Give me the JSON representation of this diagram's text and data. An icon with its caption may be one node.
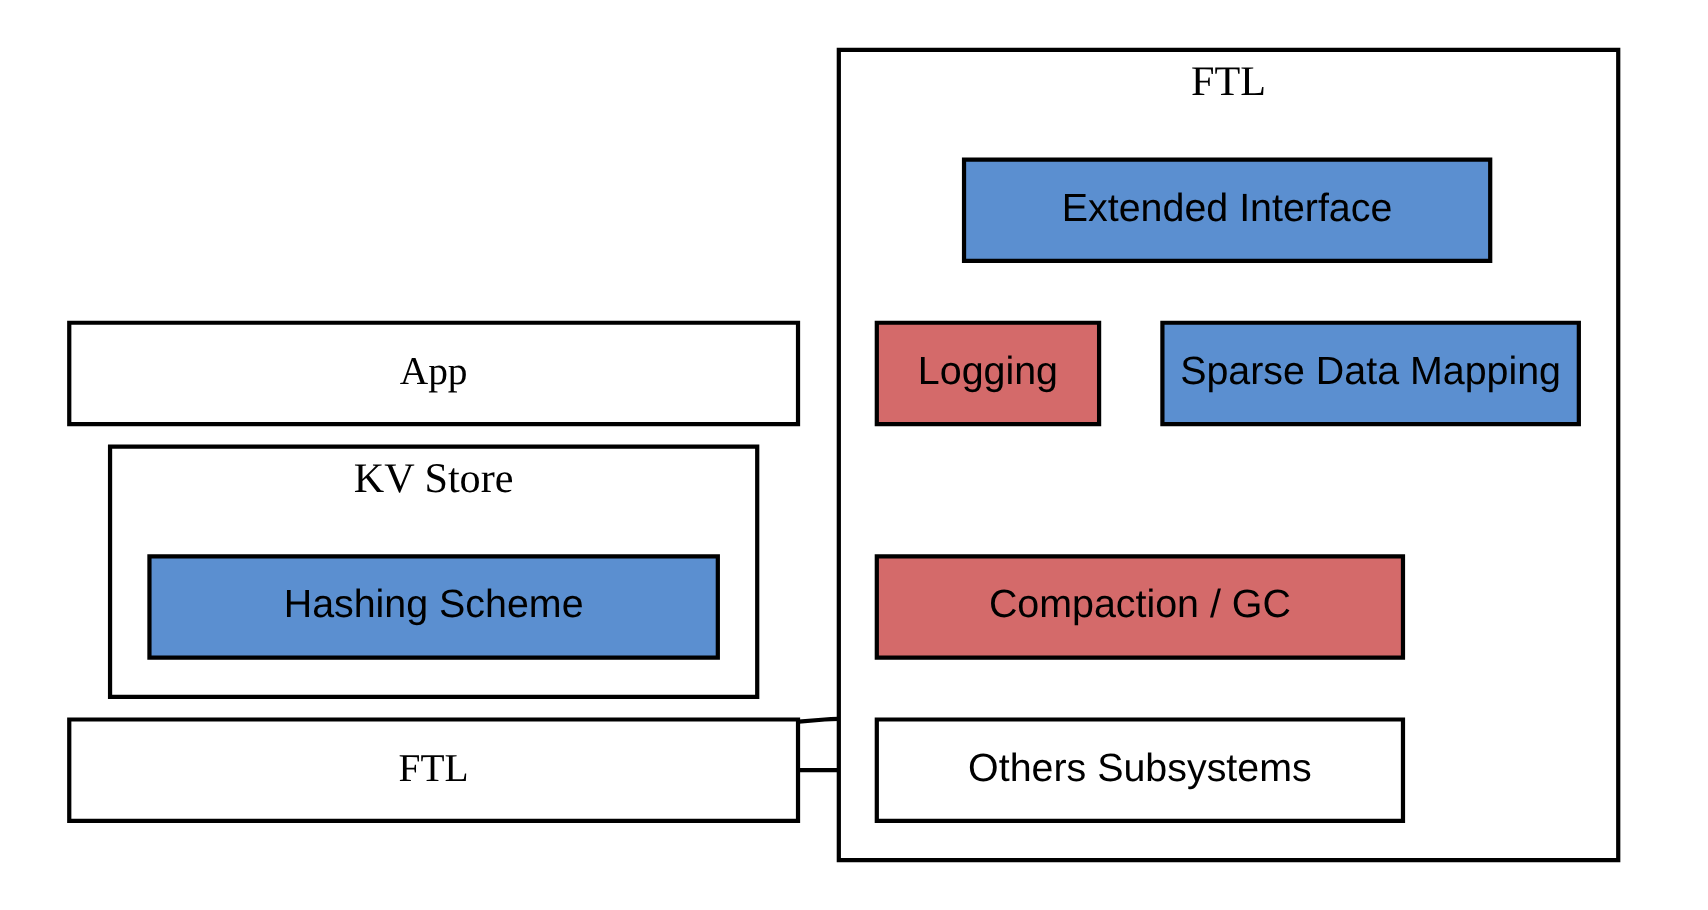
{
  "diagram": {
    "nodes": [
      {
        "text": [
          "App"
        ]
      },
      {
        "text": [
          "KV Store"
        ]
      },
      {
        "text": [
          "Hashing Scheme"
        ],
        "in": 1
      },
      {
        "text": [
          "FTL"
        ]
      },
      {
        "text": [
          "FTL"
        ]
      },
      {
        "text": [
          "Extended Interface"
        ],
        "in": 4
      },
      {
        "text": [
          "Logging"
        ],
        "in": 4
      },
      {
        "text": [
          "Sparse Data Mapping"
        ],
        "in": 4
      },
      {
        "text": [
          "Compaction / GC"
        ],
        "in": 4
      },
      {
        "text": [
          "Others Subsystems"
        ],
        "in": 4
      }
    ],
    "edges": [
      {
        "from": 3,
        "to": 4,
        "arrow": "none"
      },
      {
        "from": 3,
        "to": 4,
        "arrow": "none"
      }
    ]
  }
}
